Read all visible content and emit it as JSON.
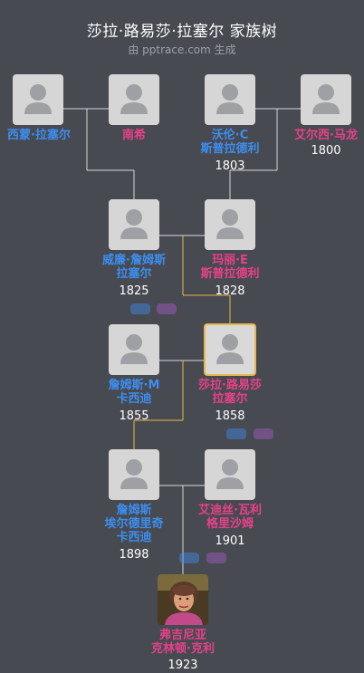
{
  "header": {
    "title": "莎拉·路易莎·拉塞尔 家族树",
    "subtitle": "由 pptrace.com 生成"
  },
  "people": {
    "simon": {
      "name": "西蒙·拉塞尔",
      "year": ""
    },
    "nanxi": {
      "name": "南希",
      "year": ""
    },
    "waren": {
      "name_line1": "沃伦·C",
      "name_line2": "斯普拉德利",
      "year": "1803"
    },
    "elsie": {
      "name": "艾尔西·马龙",
      "year": "1800"
    },
    "william": {
      "name_line1": "威廉·詹姆斯",
      "name_line2": "拉塞尔",
      "year": "1825"
    },
    "mary": {
      "name_line1": "玛丽·E",
      "name_line2": "斯普拉德利",
      "year": "1828"
    },
    "james_m": {
      "name_line1": "詹姆斯·M",
      "name_line2": "卡西迪",
      "year": "1855"
    },
    "sarah": {
      "name_line1": "莎拉·路易莎",
      "name_line2": "拉塞尔",
      "year": "1858"
    },
    "james_e": {
      "name_line1": "詹姆斯",
      "name_line2": "埃尔德里奇",
      "name_line3": "卡西迪",
      "year": "1898"
    },
    "edith": {
      "name_line1": "艾迪丝·瓦利",
      "name_line2": "格里沙姆",
      "year": "1901"
    },
    "virginia": {
      "name_line1": "弗吉尼亚",
      "name_line2": "克林顿·克利",
      "year": "1923"
    }
  },
  "colors": {
    "background": "#474a50",
    "male": "#3d8ef0",
    "female": "#e8418a",
    "focus_border": "#e8b84a",
    "line": "#d8d8d8",
    "lineage_line": "#e8b84a"
  }
}
